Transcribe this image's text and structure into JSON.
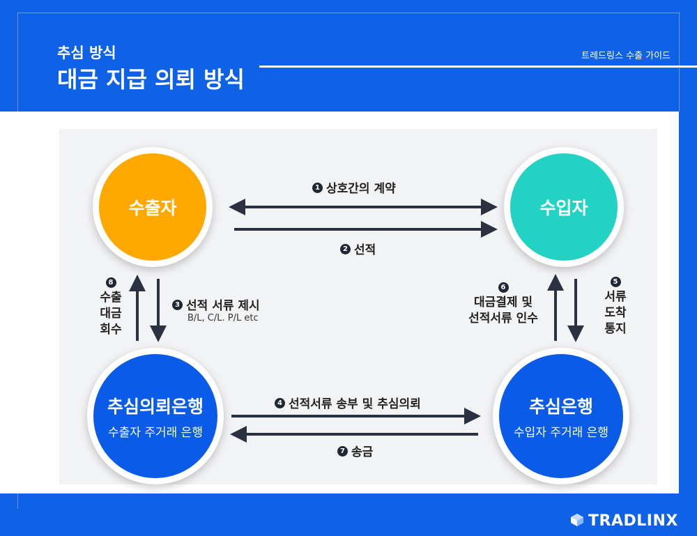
{
  "header": {
    "subtitle": "추심 방식",
    "title": "대금 지급 의뢰 방식",
    "guide": "트레드링스 수출 가이드"
  },
  "nodes": {
    "exporter": {
      "name": "수출자",
      "color": "#ffa800"
    },
    "importer": {
      "name": "수입자",
      "color": "#22d3c4"
    },
    "remitting_bank": {
      "name": "추심의뢰은행",
      "sub": "수출자 주거래 은행",
      "color": "#0a5ce8"
    },
    "collecting_bank": {
      "name": "추심은행",
      "sub": "수입자 주거래 은행",
      "color": "#0a5ce8"
    }
  },
  "steps": {
    "s1": {
      "num": "1",
      "label": "상호간의 계약"
    },
    "s2": {
      "num": "2",
      "label": "선적"
    },
    "s3": {
      "num": "3",
      "label": "선적 서류 제시",
      "detail": "B/L, C/L. P/L etc"
    },
    "s4": {
      "num": "4",
      "label": "선적서류 송부 및 추심의뢰"
    },
    "s5": {
      "num": "5",
      "lines": [
        "서류",
        "도착",
        "통지"
      ]
    },
    "s6": {
      "num": "6",
      "lines": [
        "대금결제 및",
        "선적서류 인수"
      ]
    },
    "s7": {
      "num": "7",
      "label": "송금"
    },
    "s8": {
      "num": "8",
      "lines": [
        "수출",
        "대금",
        "회수"
      ]
    }
  },
  "logo": {
    "text": "TRADLINX"
  },
  "colors": {
    "brand": "#0f62e6",
    "arrow": "#2a3140"
  }
}
